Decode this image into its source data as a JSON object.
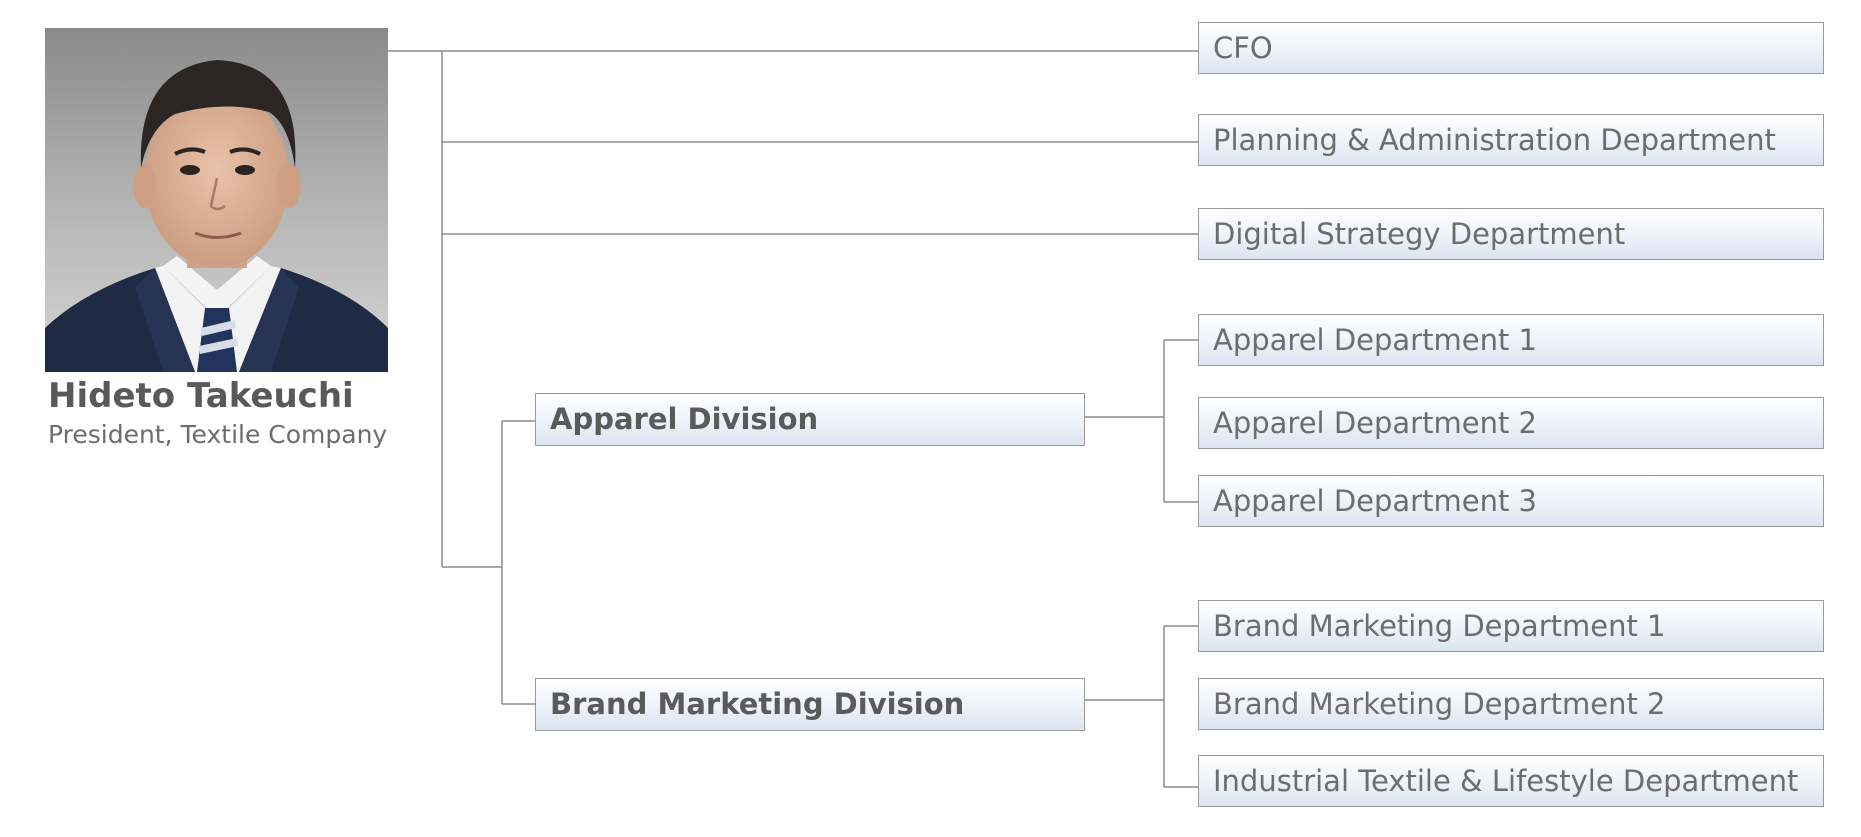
{
  "person": {
    "name": "Hideto Takeuchi",
    "title": "President, Textile Company"
  },
  "colors": {
    "line": "#8c8c8c",
    "box_border": "#9a9a9a",
    "box_gradient_bottom": "#dde4f1",
    "text": "#6d6d6d"
  },
  "direct_reports": {
    "cfo": "CFO",
    "planning": "Planning & Administration Department",
    "digital": "Digital Strategy Department"
  },
  "apparel_division": {
    "label": "Apparel Division",
    "departments": [
      "Apparel Department 1",
      "Apparel Department 2",
      "Apparel Department 3"
    ]
  },
  "brand_division": {
    "label": "Brand Marketing Division",
    "departments": [
      "Brand Marketing Department 1",
      "Brand Marketing Department 2",
      "Industrial Textile & Lifestyle Department"
    ]
  }
}
